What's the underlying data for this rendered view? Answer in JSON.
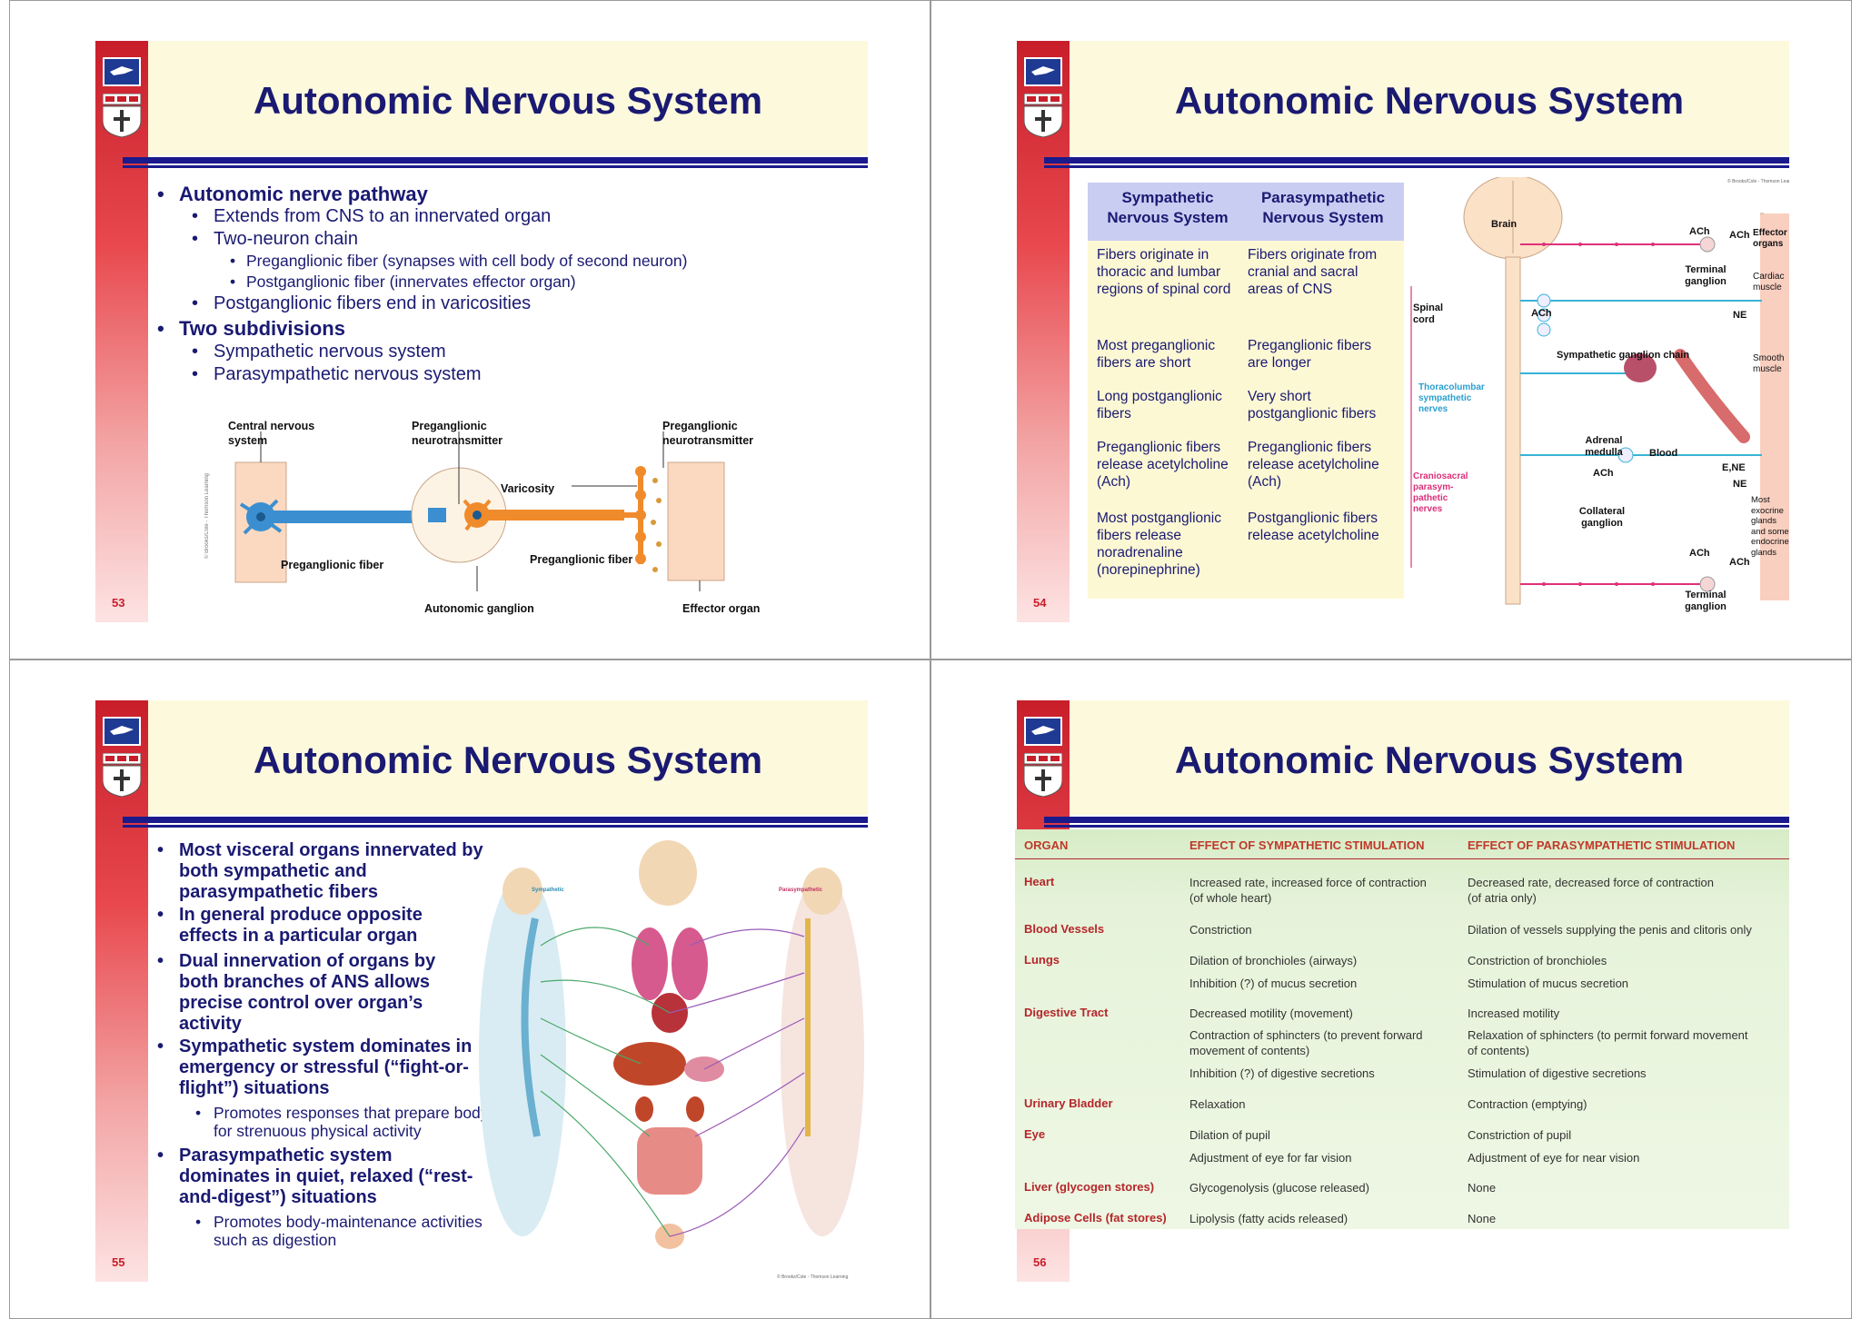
{
  "slides": [
    {
      "title": "Autonomic Nervous System",
      "page": "53",
      "bullets": [
        {
          "level": 1,
          "text": "Autonomic nerve pathway"
        },
        {
          "level": 2,
          "text": "Extends from CNS to an innervated organ"
        },
        {
          "level": 2,
          "text": "Two-neuron chain"
        },
        {
          "level": 3,
          "text": "Preganglionic fiber (synapses with cell body of second neuron)"
        },
        {
          "level": 3,
          "text": "Postganglionic fiber (innervates effector organ)"
        },
        {
          "level": 2,
          "text": "Postganglionic fibers end in varicosities"
        },
        {
          "level": 1,
          "text": "Two subdivisions"
        },
        {
          "level": 2,
          "text": "Sympathetic nervous system"
        },
        {
          "level": 2,
          "text": "Parasympathetic nervous system"
        }
      ],
      "diagram": {
        "cns": "Central nervous system",
        "pre_nt": "Preganglionic neurotransmitter",
        "pre_nt2": "Preganglionic neurotransmitter",
        "varicosity": "Varicosity",
        "pre_fiber": "Preganglionic fiber",
        "pre_fiber2": "Preganglionic fiber",
        "ganglion": "Autonomic ganglion",
        "effector": "Effector organ",
        "credit": "© Brooks/Cole - Thomson Learning"
      }
    },
    {
      "title": "Autonomic Nervous System",
      "page": "54",
      "table": {
        "headers": [
          "Sympathetic Nervous System",
          "Parasympathetic Nervous System"
        ],
        "rows": [
          [
            "Fibers originate in thoracic and lumbar regions of spinal cord",
            "Fibers originate from cranial and sacral areas of CNS"
          ],
          [
            "Most preganglionic fibers are short",
            "Preganglionic fibers are longer"
          ],
          [
            "Long postganglionic fibers",
            "Very short postganglionic fibers"
          ],
          [
            "Preganglionic fibers release acetylcholine (Ach)",
            "Preganglionic fibers release acetylcholine (Ach)"
          ],
          [
            "Most postganglionic fibers release noradrenaline (norepinephrine)",
            "Postganglionic fibers release acetylcholine"
          ]
        ]
      },
      "figure": {
        "credit": "© Brooks/Cole - Thomson Learning",
        "brain": "Brain",
        "spinal_cord": "Spinal cord",
        "thoraco": "Thoracolumbar sympathetic nerves",
        "cranio": "Craniosacral parasym-pathetic nerves",
        "ach": "ACh",
        "ne": "NE",
        "ene": "E,NE",
        "terminal_ganglion": "Terminal ganglion",
        "sym_chain": "Sympathetic ganglion chain",
        "adrenal": "Adrenal medulla",
        "blood": "Blood",
        "collateral": "Collateral ganglion",
        "effector_organs": "Effector organs",
        "cardiac": "Cardiac muscle",
        "smooth": "Smooth muscle",
        "glands": "Most exocrine glands and some endocrine glands"
      }
    },
    {
      "title": "Autonomic Nervous System",
      "page": "55",
      "bullets": [
        {
          "level": 1,
          "text": "Most visceral organs innervated by both sympathetic and parasympathetic fibers"
        },
        {
          "level": 1,
          "text": "In general produce opposite effects in a particular organ"
        },
        {
          "level": 1,
          "text": "Dual innervation of organs by both branches of ANS allows precise control over organ’s activity"
        },
        {
          "level": 1,
          "text": "Sympathetic system dominates in emergency or stressful (“fight-or-flight”) situations"
        },
        {
          "level": 2,
          "text": "Promotes responses that prepare body for strenuous physical activity"
        },
        {
          "level": 1,
          "text": "Parasympathetic system dominates in quiet, relaxed (“rest-and-digest”) situations"
        },
        {
          "level": 2,
          "text": "Promotes body-maintenance activities such as digestion"
        }
      ],
      "figure": {
        "sympathetic": "Sympathetic",
        "parasympathetic": "Parasympathetic",
        "credit": "© Brooks/Cole - Thomson Learning"
      }
    },
    {
      "title": "Autonomic Nervous System",
      "page": "56",
      "headers": [
        "ORGAN",
        "EFFECT OF SYMPATHETIC STIMULATION",
        "EFFECT OF PARASYMPATHETIC STIMULATION"
      ],
      "rows": [
        {
          "organ": "Heart",
          "sym": [
            "Increased rate, increased force of contraction",
            "(of whole heart)"
          ],
          "para": [
            "Decreased rate, decreased force of contraction",
            "(of atria only)"
          ]
        },
        {
          "organ": "Blood Vessels",
          "sym": [
            "Constriction"
          ],
          "para": [
            "Dilation of vessels supplying the penis and clitoris only"
          ]
        },
        {
          "organ": "Lungs",
          "sym": [
            "Dilation of bronchioles (airways)",
            "Inhibition (?) of mucus secretion"
          ],
          "para": [
            "Constriction of bronchioles",
            "Stimulation of mucus secretion"
          ]
        },
        {
          "organ": "Digestive Tract",
          "sym": [
            "Decreased motility (movement)",
            "Contraction of sphincters (to prevent forward",
            "movement of contents)",
            "Inhibition (?) of digestive secretions"
          ],
          "para": [
            "Increased motility",
            "Relaxation of sphincters (to permit forward movement",
            "of contents)",
            "Stimulation of digestive secretions"
          ]
        },
        {
          "organ": "Urinary Bladder",
          "sym": [
            "Relaxation"
          ],
          "para": [
            "Contraction (emptying)"
          ]
        },
        {
          "organ": "Eye",
          "sym": [
            "Dilation of pupil",
            "Adjustment of eye for far vision"
          ],
          "para": [
            "Constriction of pupil",
            "Adjustment of eye for near vision"
          ]
        },
        {
          "organ": "Liver (glycogen stores)",
          "sym": [
            "Glycogenolysis (glucose released)"
          ],
          "para": [
            "None"
          ]
        },
        {
          "organ": "Adipose Cells (fat stores)",
          "sym": [
            "Lipolysis (fatty acids released)"
          ],
          "para": [
            "None"
          ]
        }
      ]
    }
  ]
}
